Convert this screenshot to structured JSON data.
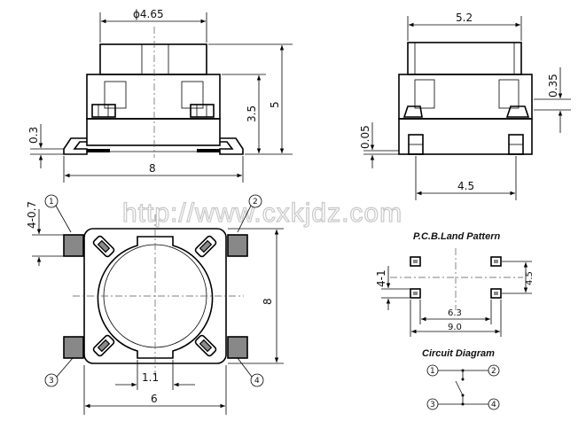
{
  "watermark": "http://www.cxkjdz.com",
  "front_view": {
    "dim_top": "ϕ4.65",
    "dim_height": "5",
    "dim_body": "3.5",
    "dim_lead": "0.3",
    "dim_width": "8"
  },
  "side_view": {
    "dim_top": "5.2",
    "dim_a": "0.35",
    "dim_b": "0.05",
    "dim_bottom": "4.5"
  },
  "top_view": {
    "dim_lead": "4-0.7",
    "dim_height": "8",
    "dim_center": "1.1",
    "dim_width": "6",
    "pins": [
      "1",
      "2",
      "3",
      "4"
    ]
  },
  "pcb": {
    "title": "P.C.B.Land Pattern",
    "dim_pad": "4-1",
    "dim_v": "4.5",
    "dim_inner": "6.3",
    "dim_outer": "9.0"
  },
  "circuit": {
    "title": "Circuit Diagram",
    "pins": [
      "1",
      "2",
      "3",
      "4"
    ]
  }
}
